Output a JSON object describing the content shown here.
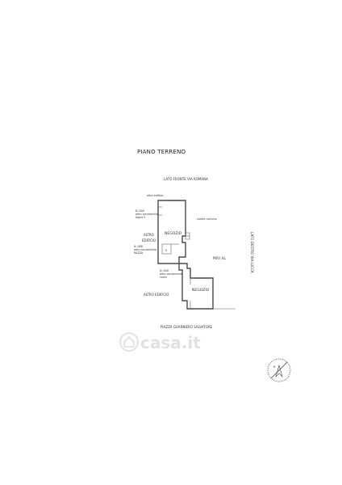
{
  "plan": {
    "title": "PIANO TERRENO",
    "top_street": "LATO FRONTE VIA ROMANA",
    "right_street": "LATO DESTRO VIA LUCCA",
    "bottom_street": "PIAZZA GUARNIERO SALVATORE",
    "labels": {
      "north_wall": "altro edificio",
      "upper_neighbor_code": "N. 000",
      "upper_neighbor_line2": "altro condominio",
      "upper_neighbor_line3": "foglio 5",
      "altro_edificio_left_1": "ALTRO",
      "altro_edificio_left_2": "EDIFICIO",
      "mid_neighbor_code": "N. 088",
      "mid_neighbor_line2": "altro condominio",
      "mid_neighbor_line3": "RAZZA",
      "courtyard": "cortile comune",
      "lower_neighbor_code": "N. 000",
      "lower_neighbor_line2": "altro condominio",
      "lower_neighbor_line3": "corte",
      "altro_edificio_bottom": "ALTRO EDIFICIO",
      "right_area": "PRIV. KL",
      "room_upper": "NEGOZIO",
      "room_lower": "NEGOZIO",
      "wc_label": "S"
    }
  },
  "watermark": {
    "text": "casa.it"
  },
  "compass": {
    "letter": "N"
  }
}
